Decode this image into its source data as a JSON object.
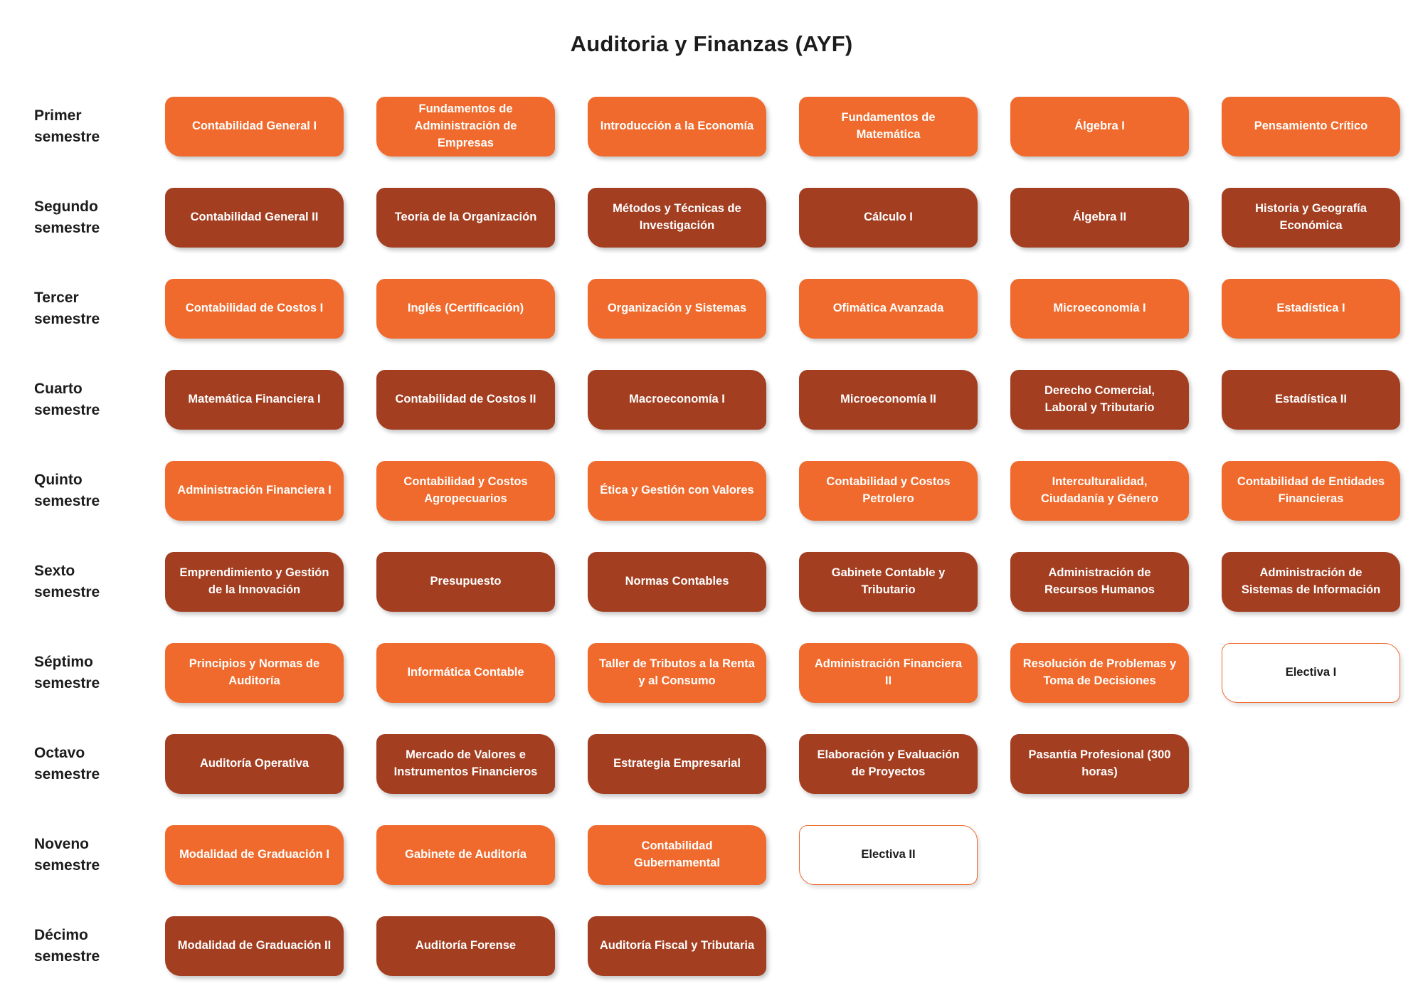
{
  "page": {
    "title": "Auditoria y Finanzas (AYF)"
  },
  "colors": {
    "orange_card": "#EF6A2C",
    "brick_card": "#A33E20",
    "card_text": "#FFFFFF",
    "heading_text": "#1C1C1C",
    "elective_border": "#EF6A2C",
    "background": "#FFFFFF"
  },
  "semesters": [
    {
      "label": "Primer semestre",
      "style": "orange",
      "courses": [
        {
          "name": "Contabilidad General I",
          "type": "regular"
        },
        {
          "name": "Fundamentos de Administración de Empresas",
          "type": "regular"
        },
        {
          "name": "Introducción a la Economía",
          "type": "regular"
        },
        {
          "name": "Fundamentos de Matemática",
          "type": "regular"
        },
        {
          "name": "Álgebra I",
          "type": "regular"
        },
        {
          "name": "Pensamiento Crítico",
          "type": "regular"
        }
      ]
    },
    {
      "label": "Segundo semestre",
      "style": "brick",
      "courses": [
        {
          "name": "Contabilidad General II",
          "type": "regular"
        },
        {
          "name": "Teoría de la Organización",
          "type": "regular"
        },
        {
          "name": "Métodos y Técnicas de Investigación",
          "type": "regular"
        },
        {
          "name": "Cálculo I",
          "type": "regular"
        },
        {
          "name": "Álgebra II",
          "type": "regular"
        },
        {
          "name": "Historia y Geografía Económica",
          "type": "regular"
        }
      ]
    },
    {
      "label": "Tercer semestre",
      "style": "orange",
      "courses": [
        {
          "name": "Contabilidad de Costos I",
          "type": "regular"
        },
        {
          "name": "Inglés (Certificación)",
          "type": "regular"
        },
        {
          "name": "Organización y Sistemas",
          "type": "regular"
        },
        {
          "name": "Ofimática Avanzada",
          "type": "regular"
        },
        {
          "name": "Microeconomía I",
          "type": "regular"
        },
        {
          "name": "Estadística I",
          "type": "regular"
        }
      ]
    },
    {
      "label": "Cuarto semestre",
      "style": "brick",
      "courses": [
        {
          "name": "Matemática Financiera I",
          "type": "regular"
        },
        {
          "name": "Contabilidad de Costos II",
          "type": "regular"
        },
        {
          "name": "Macroeconomía I",
          "type": "regular"
        },
        {
          "name": "Microeconomía II",
          "type": "regular"
        },
        {
          "name": "Derecho Comercial, Laboral y Tributario",
          "type": "regular"
        },
        {
          "name": "Estadística II",
          "type": "regular"
        }
      ]
    },
    {
      "label": "Quinto semestre",
      "style": "orange",
      "courses": [
        {
          "name": "Administración Financiera I",
          "type": "regular"
        },
        {
          "name": "Contabilidad y Costos Agropecuarios",
          "type": "regular"
        },
        {
          "name": "Ética y Gestión con Valores",
          "type": "regular"
        },
        {
          "name": "Contabilidad y Costos Petrolero",
          "type": "regular"
        },
        {
          "name": "Interculturalidad, Ciudadanía y Género",
          "type": "regular"
        },
        {
          "name": "Contabilidad de Entidades Financieras",
          "type": "regular"
        }
      ]
    },
    {
      "label": "Sexto semestre",
      "style": "brick",
      "courses": [
        {
          "name": "Emprendimiento y Gestión de la Innovación",
          "type": "regular"
        },
        {
          "name": "Presupuesto",
          "type": "regular"
        },
        {
          "name": "Normas Contables",
          "type": "regular"
        },
        {
          "name": "Gabinete Contable y Tributario",
          "type": "regular"
        },
        {
          "name": "Administración de Recursos Humanos",
          "type": "regular"
        },
        {
          "name": "Administración de Sistemas de Información",
          "type": "regular"
        }
      ]
    },
    {
      "label": "Séptimo semestre",
      "style": "orange",
      "courses": [
        {
          "name": "Principios y Normas de Auditoría",
          "type": "regular"
        },
        {
          "name": "Informática Contable",
          "type": "regular"
        },
        {
          "name": "Taller de Tributos a la Renta y al Consumo",
          "type": "regular"
        },
        {
          "name": "Administración Financiera II",
          "type": "regular"
        },
        {
          "name": "Resolución de Problemas y Toma de Decisiones",
          "type": "regular"
        },
        {
          "name": "Electiva I",
          "type": "elective"
        }
      ]
    },
    {
      "label": "Octavo semestre",
      "style": "brick",
      "courses": [
        {
          "name": "Auditoría Operativa",
          "type": "regular"
        },
        {
          "name": "Mercado de Valores e Instrumentos Financieros",
          "type": "regular"
        },
        {
          "name": "Estrategia Empresarial",
          "type": "regular"
        },
        {
          "name": "Elaboración y Evaluación de Proyectos",
          "type": "regular"
        },
        {
          "name": "Pasantía Profesional (300 horas)",
          "type": "regular"
        }
      ]
    },
    {
      "label": "Noveno semestre",
      "style": "orange",
      "courses": [
        {
          "name": "Modalidad de Graduación I",
          "type": "regular"
        },
        {
          "name": "Gabinete de Auditoría",
          "type": "regular"
        },
        {
          "name": "Contabilidad Gubernamental",
          "type": "regular"
        },
        {
          "name": "Electiva II",
          "type": "elective"
        }
      ]
    },
    {
      "label": "Décimo semestre",
      "style": "brick",
      "courses": [
        {
          "name": "Modalidad de Graduación II",
          "type": "regular"
        },
        {
          "name": "Auditoría Forense",
          "type": "regular"
        },
        {
          "name": "Auditoría Fiscal y Tributaria",
          "type": "regular"
        }
      ]
    }
  ]
}
